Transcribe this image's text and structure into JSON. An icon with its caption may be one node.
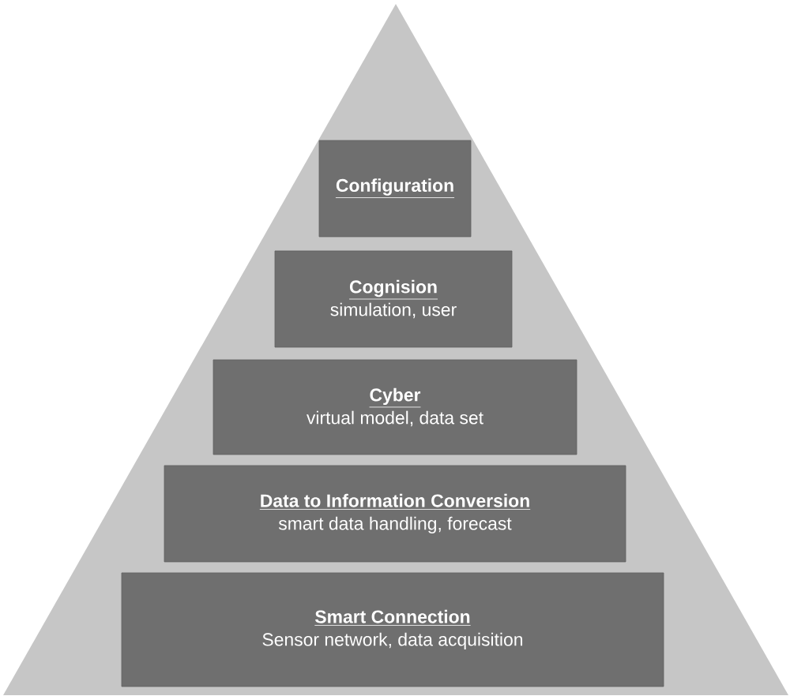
{
  "diagram": {
    "nodes": [
      {
        "text": [],
        "shape": "triangle"
      },
      {
        "text": [
          "Configuration"
        ],
        "in": 0
      },
      {
        "text": [
          "Cognision",
          "simulation, user"
        ],
        "in": 0
      },
      {
        "text": [
          "Cyber",
          "virtual model, data set"
        ],
        "in": 0
      },
      {
        "text": [
          "Data to Information Conversion",
          "smart data handling, forecast"
        ],
        "in": 0
      },
      {
        "text": [
          "Smart Connection",
          "Sensor network, data acquisition"
        ],
        "in": 0
      }
    ]
  }
}
